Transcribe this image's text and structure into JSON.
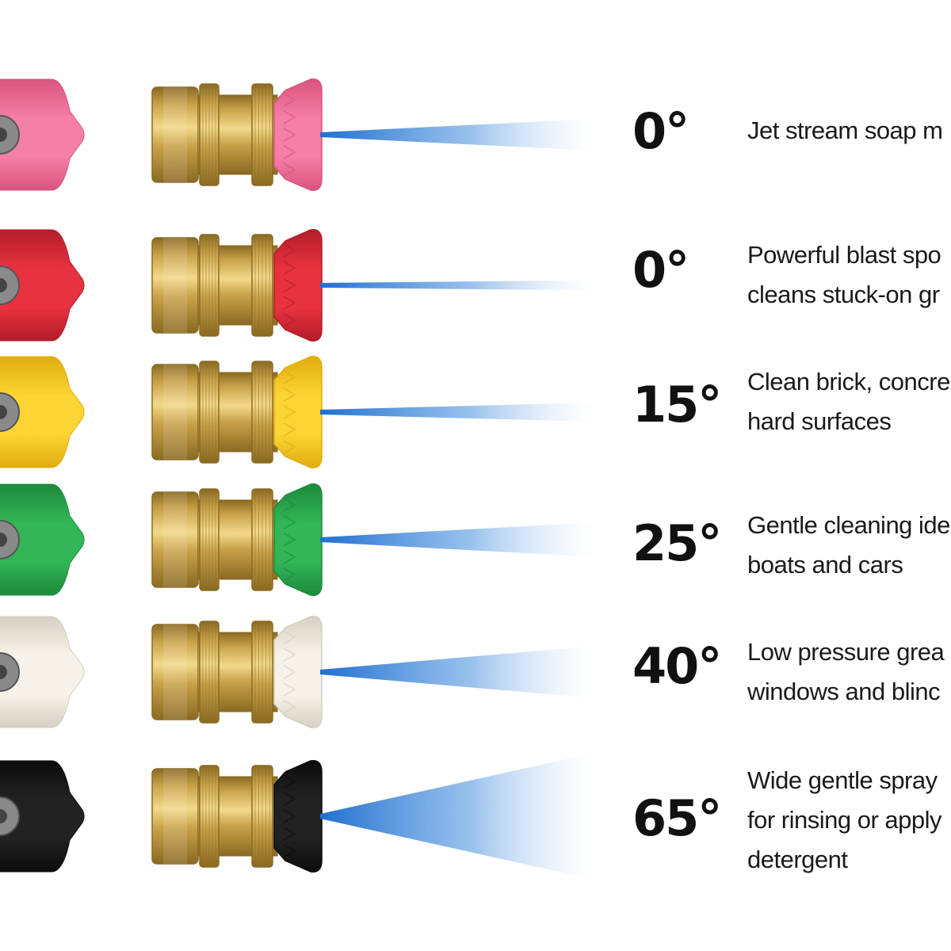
{
  "colors": {
    "spray_blue": "#1f6fd0",
    "brass_light": "#f2d98a",
    "brass_mid": "#c9a24a",
    "brass_dark": "#8a6a22"
  },
  "nozzles": [
    {
      "angle": "0°",
      "color_name": "pink",
      "tip_color": "#f57fa6",
      "tip_dark": "#d9547f",
      "description_lines": [
        "Jet stream soap m"
      ]
    },
    {
      "angle": "0°",
      "color_name": "red",
      "tip_color": "#e8323f",
      "tip_dark": "#b31d2b",
      "description_lines": [
        "Powerful blast spo",
        "cleans stuck-on gr"
      ]
    },
    {
      "angle": "15°",
      "color_name": "yellow",
      "tip_color": "#fcd434",
      "tip_dark": "#e0ad10",
      "description_lines": [
        "Clean brick, concre",
        "hard surfaces"
      ]
    },
    {
      "angle": "25°",
      "color_name": "green",
      "tip_color": "#32b657",
      "tip_dark": "#1d8a3c",
      "description_lines": [
        "Gentle cleaning ide",
        "boats and cars"
      ]
    },
    {
      "angle": "40°",
      "color_name": "white",
      "tip_color": "#f7f3ea",
      "tip_dark": "#d6d0c2",
      "description_lines": [
        "Low pressure grea",
        "windows and blinc"
      ]
    },
    {
      "angle": "65°",
      "color_name": "black",
      "tip_color": "#222222",
      "tip_dark": "#0c0c0c",
      "description_lines": [
        "Wide gentle spray",
        "for rinsing or apply",
        "detergent"
      ]
    }
  ]
}
